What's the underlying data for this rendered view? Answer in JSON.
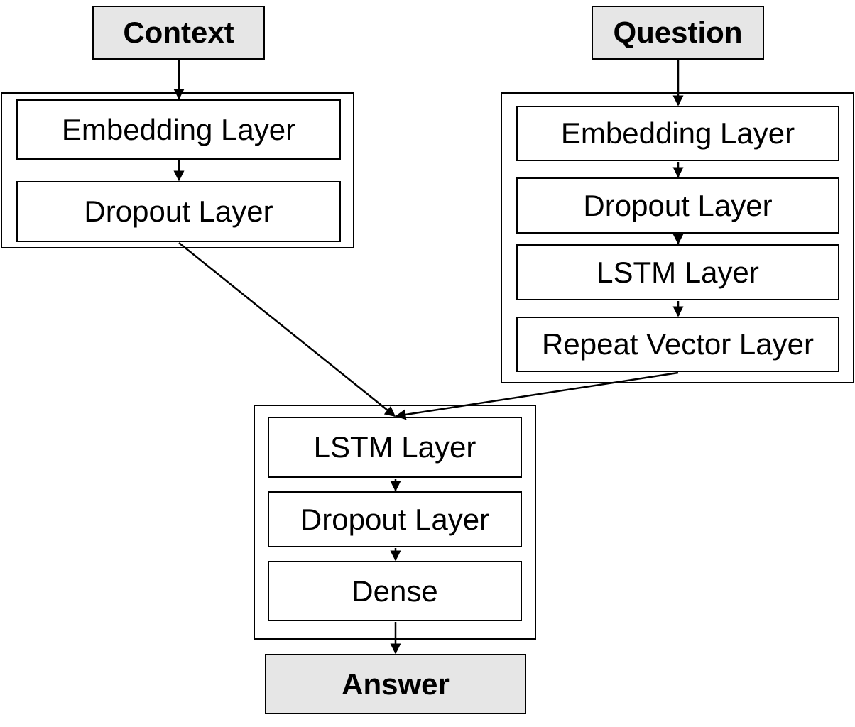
{
  "inputs": {
    "context": "Context",
    "question": "Question"
  },
  "output": {
    "answer": "Answer"
  },
  "context_branch": {
    "layers": [
      "Embedding Layer",
      "Dropout Layer"
    ]
  },
  "question_branch": {
    "layers": [
      "Embedding Layer",
      "Dropout Layer",
      "LSTM Layer",
      "Repeat Vector Layer"
    ]
  },
  "merged_branch": {
    "layers": [
      "LSTM Layer",
      "Dropout Layer",
      "Dense"
    ]
  }
}
